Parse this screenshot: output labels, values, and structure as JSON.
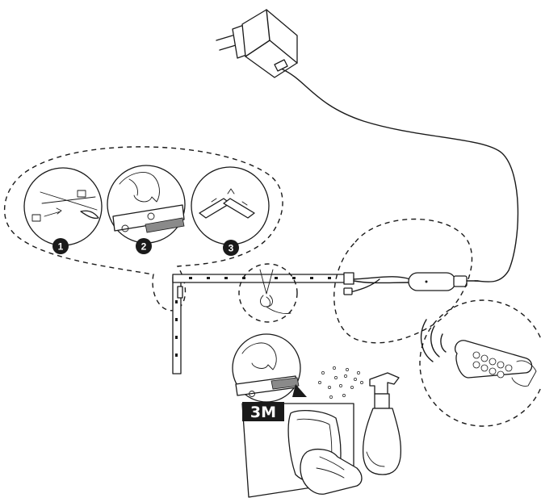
{
  "steps": [
    {
      "number": "1"
    },
    {
      "number": "2"
    },
    {
      "number": "3"
    }
  ],
  "adhesive_label": "3M",
  "colors": {
    "line": "#1a1a1a",
    "tape": "#8a8a8a",
    "background": "#ffffff"
  },
  "icons": [
    "power-adapter-icon",
    "scissors-icon",
    "peel-tape-icon",
    "corner-connector-icon",
    "remote-control-icon",
    "spray-bottle-icon",
    "wiping-hand-icon",
    "signal-waves-icon"
  ]
}
